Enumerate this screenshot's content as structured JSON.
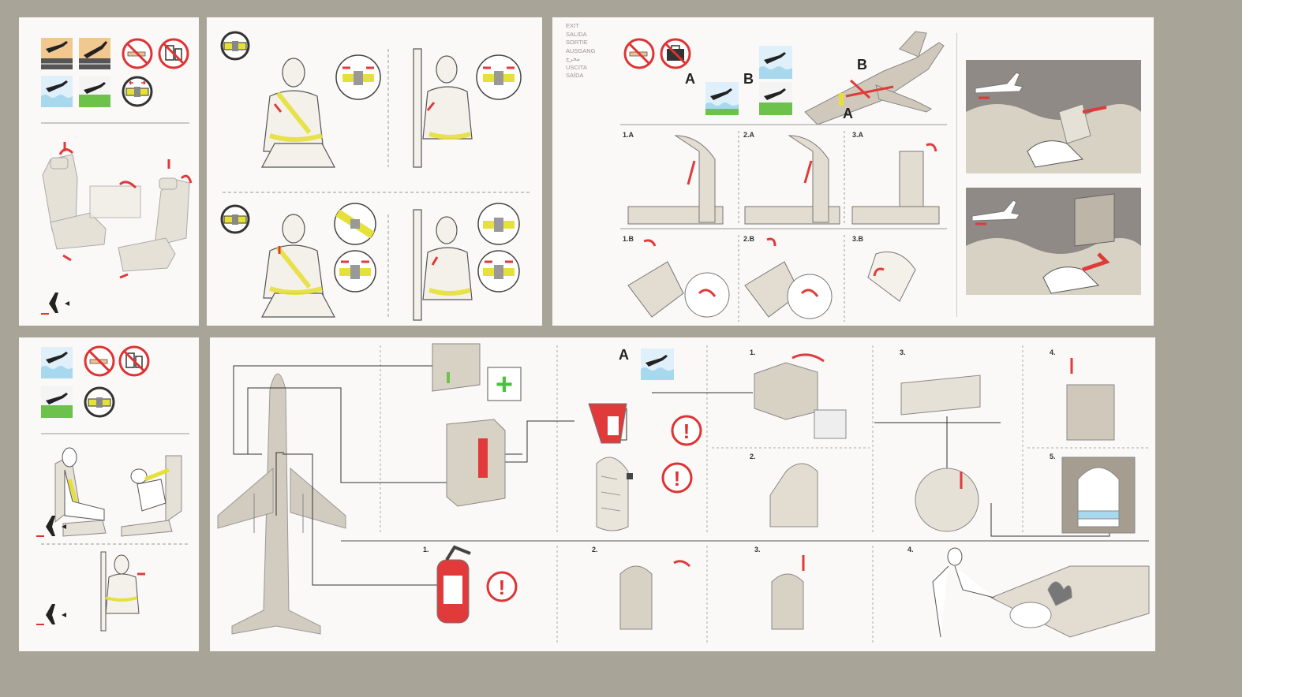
{
  "exit_labels": [
    "EXIT",
    "SALIDA",
    "SORTIE",
    "AUSGANG",
    "مخرج",
    "USCITA",
    "SAÍDA"
  ],
  "exit_markers": {
    "a": "A",
    "b": "B"
  },
  "exit_steps": [
    "1.A",
    "2.A",
    "3.A",
    "1.B",
    "2.B",
    "3.B"
  ],
  "raft_marker": "A",
  "raft_steps": [
    "1.",
    "2.",
    "3.",
    "4.",
    "5."
  ],
  "extinguisher_steps": [
    "1.",
    "2.",
    "3.",
    "4."
  ],
  "first_aid_symbol": "+",
  "warning_symbol": "!",
  "icons": [
    "landing-icon",
    "takeoff-icon",
    "no-smoking-icon",
    "no-electronics-icon",
    "water-landing-icon",
    "land-landing-icon",
    "seatbelt-icon",
    "no-baggage-icon",
    "first-aid-icon",
    "warning-icon",
    "fire-extinguisher-icon",
    "airplane-icon"
  ],
  "colors": {
    "accent_red": "#e03a3a",
    "belt_yellow": "#e6e03a",
    "water_blue": "#a8d8ee",
    "grass_green": "#6cc24a",
    "sky_orange": "#f0c890",
    "figure_beige": "#d8d2c4",
    "scene_gray": "#8f8a86"
  }
}
